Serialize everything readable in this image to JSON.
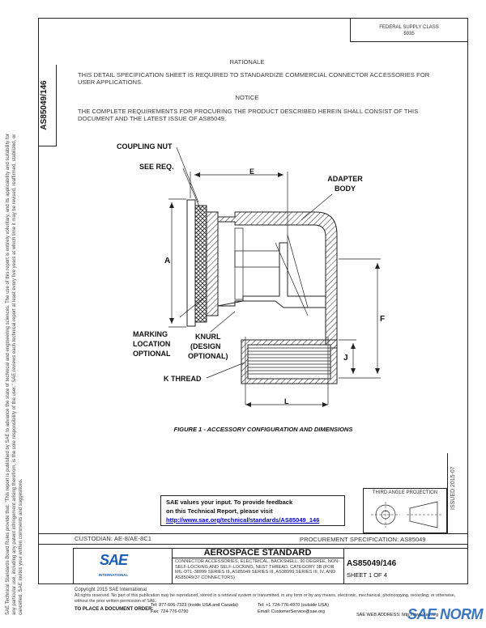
{
  "header": {
    "fed_supply_class": "FEDERAL SUPPLY CLASS",
    "fed_supply_class_code": "5935"
  },
  "doc_id_vertical": "AS85049/146",
  "rationale": {
    "title": "RATIONALE",
    "text": "THIS DETAIL SPECIFICATION SHEET IS REQUIRED TO STANDARDIZE COMMERCIAL CONNECTOR ACCESSORIES FOR USER APPLICATIONS."
  },
  "notice": {
    "title": "NOTICE",
    "text": "THE COMPLETE REQUIREMENTS FOR PROCURING THE PRODUCT DESCRIBED HEREIN SHALL CONSIST OF THIS DOCUMENT AND THE LATEST ISSUE OF AS85049."
  },
  "figure": {
    "labels": {
      "coupling_nut": "COUPLING NUT",
      "see_req": "SEE REQ.",
      "e": "E",
      "adapter_body_1": "ADAPTER",
      "adapter_body_2": "BODY",
      "a": "A",
      "f": "F",
      "j": "J",
      "l": "L",
      "marking_1": "MARKING",
      "marking_2": "LOCATION",
      "marking_3": "OPTIONAL",
      "knurl_1": "KNURL",
      "knurl_2": "(DESIGN",
      "knurl_3": "OPTIONAL)",
      "k_thread": "K THREAD"
    },
    "caption": "FIGURE 1 - ACCESSORY CONFIGURATION AND DIMENSIONS"
  },
  "feedback": {
    "line1": "SAE values your input. To provide feedback",
    "line2": "on this Technical Report, please visit",
    "link": "http://www.sae.org/technical/standards/AS85049_146"
  },
  "projection": {
    "label": "THIRD ANGLE PROJECTION"
  },
  "issued_vertical": "ISSUED 2015-07",
  "custodian": "CUSTODIAN: AE-8/AE-8C1",
  "procurement": "PROCUREMENT SPECIFICATION: AS85049",
  "title_block": {
    "standard": "AEROSPACE STANDARD",
    "description": "CONNECTOR ACCESSORIES, ELECTRICAL, BACKSHELL, 90 DEGREE, NON-SELF-LOCKING AND SELF-LOCKING, NEST THREAD, CATEGORY 3B (FOR MIL-DTL-38999 SERIES III, AS85049 SERIES III, AS38999 SERIES III, IV, AND AS85049/37 CONNECTORS)",
    "doc_number": "AS85049/146",
    "sheet": "SHEET 1 OF 4",
    "sae_logo_text": "SAE",
    "sae_international": "INTERNATIONAL"
  },
  "footer": {
    "copyright": "Copyright 2015 SAE International",
    "rights": "All rights reserved. No part of this publication may be reproduced, stored in a retrieval system or transmitted, in any form or by any means, electronic, mechanical, photocopying, recording, or otherwise, without the prior written permission of SAE.",
    "order_label": "TO PLACE A DOCUMENT ORDER:",
    "tel1": "Tel: 877-606-7323 (inside USA and Canada)",
    "tel2": "Tel: +1 724-776-4970 (outside USA)",
    "fax": "Fax: 724-776-0790",
    "email": "Email: CustomerService@sae.org",
    "web": "SAE WEB ADDRESS: http://www.sae.org"
  },
  "watermark": "SAE NORM",
  "left_vertical_text": "SAE Technical Standards Board Rules provide that: \"This report is published by SAE to advance the state of technical and engineering sciences. The use of this report is entirely voluntary, and its applicability and suitability for any particular use, including any patent infringement arising therefrom, is the sole responsibility of the user.\" SAE reviews each technical report at least every five years at which time it may be revised, reaffirmed, stabilized, or cancelled. SAE invites your written comments and suggestions."
}
